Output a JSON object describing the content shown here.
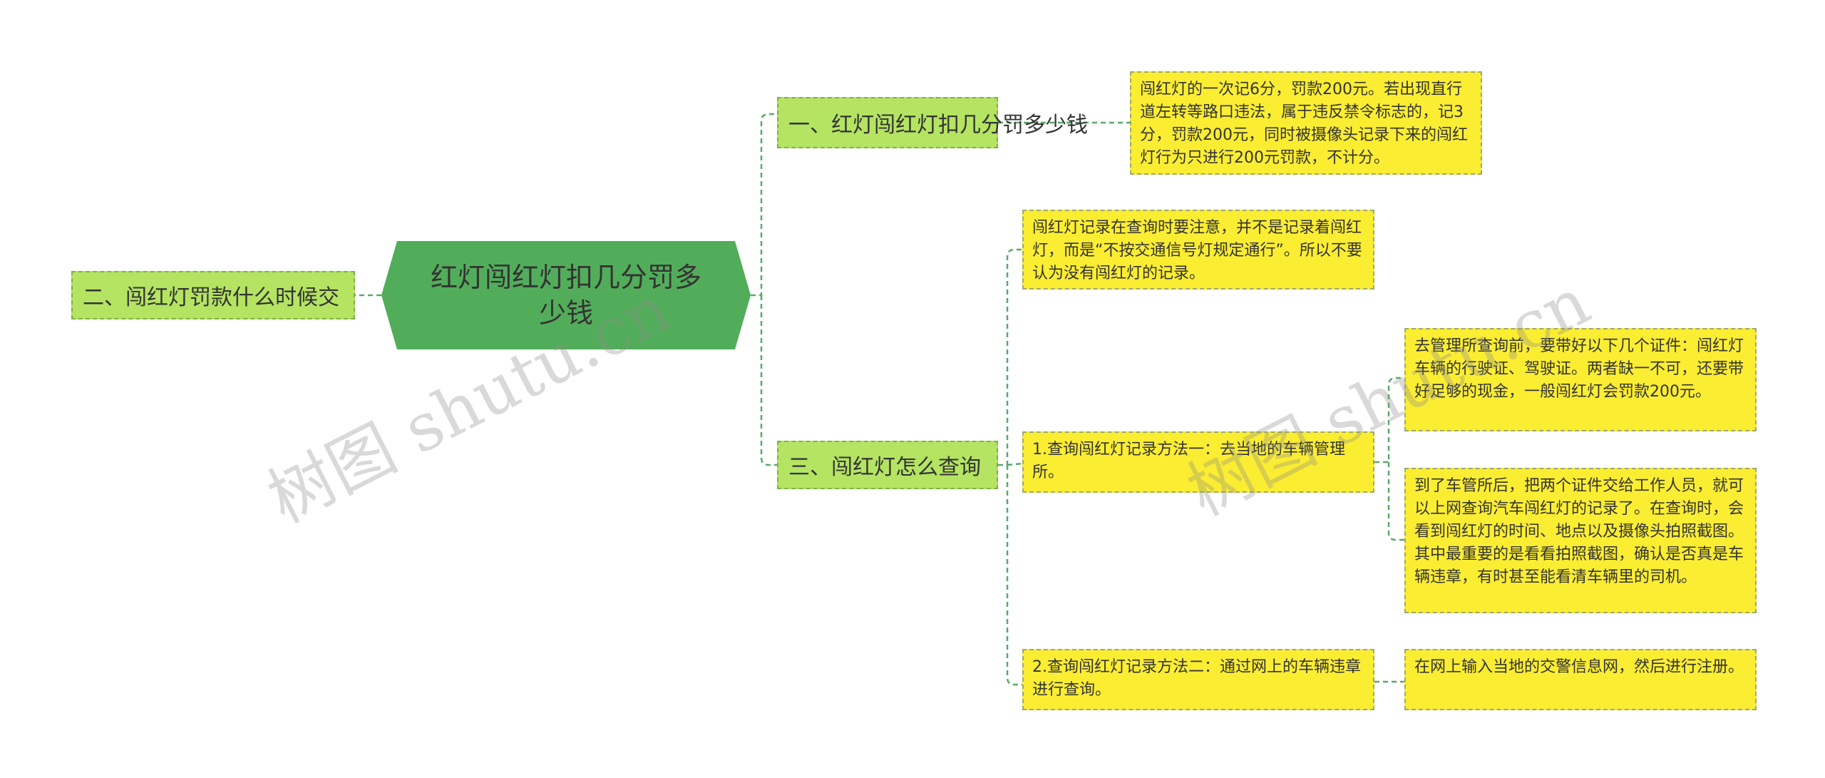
{
  "root": {
    "label": "红灯闯红灯扣几分罚多少钱"
  },
  "left": {
    "label": "二、闯红灯罚款什么时候交"
  },
  "branch1": {
    "label": "一、红灯闯红灯扣几分罚多少钱",
    "detail": "闯红灯的一次记6分，罚款200元。若出现直行道左转等路口违法，属于违反禁令标志的，记3分，罚款200元，同时被摄像头记录下来的闯红灯行为只进行200元罚款，不计分。"
  },
  "branch3": {
    "label": "三、闯红灯怎么查询",
    "note": "闯红灯记录在查询时要注意，并不是记录着闯红灯，而是“不按交通信号灯规定通行”。所以不要认为没有闯红灯的记录。",
    "method1": {
      "label": "1.查询闯红灯记录方法一：去当地的车辆管理所。",
      "step1": "去管理所查询前，要带好以下几个证件：闯红灯车辆的行驶证、驾驶证。两者缺一不可，还要带好足够的现金，一般闯红灯会罚款200元。",
      "step2": "到了车管所后，把两个证件交给工作人员，就可以上网查询汽车闯红灯的记录了。在查询时，会看到闯红灯的时间、地点以及摄像头拍照截图。其中最重要的是看看拍照截图，确认是否真是车辆违章，有时甚至能看清车辆里的司机。"
    },
    "method2": {
      "label": "2.查询闯红灯记录方法二：通过网上的车辆违章进行查询。",
      "step1": "在网上输入当地的交警信息网，然后进行注册。"
    }
  },
  "watermark": {
    "text1": "树图 shutu.cn",
    "text2": "树图 shutu.cn"
  },
  "colors": {
    "root": "#52ad5a",
    "green": "#b4e461",
    "yellow": "#fbed32",
    "line": "#5aa86a"
  }
}
